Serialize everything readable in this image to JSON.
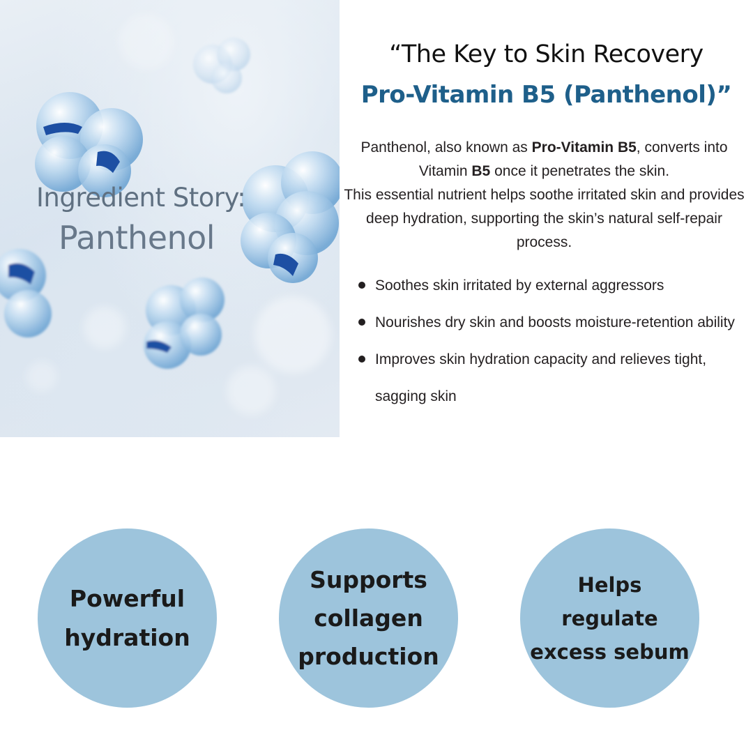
{
  "hero": {
    "title_line1": "Ingredient Story:",
    "title_line2": "Panthenol"
  },
  "headline": {
    "line1": "“The Key to Skin Recovery",
    "line2": "Pro-Vitamin B5 (Panthenol)”"
  },
  "intro": {
    "p1_a": "Panthenol, also known as ",
    "p1_b": "Pro-Vitamin B5",
    "p1_c": ", converts into Vitamin ",
    "p1_d": "B5",
    "p1_e": " once it penetrates the skin.",
    "p2": "This essential nutrient helps soothe irritated skin and provides deep hydration, supporting the skin’s natural self-repair process."
  },
  "benefits": [
    "Soothes skin irritated by external aggressors",
    "Nourishes dry skin and boosts moisture-retention ability",
    "Improves skin hydration capacity and relieves tight, sagging skin"
  ],
  "circles": [
    {
      "lines": [
        "Powerful",
        "hydration"
      ]
    },
    {
      "lines": [
        "Supports",
        "collagen",
        "production"
      ]
    },
    {
      "lines": [
        "Helps",
        "regulate",
        "excess sebum"
      ]
    }
  ],
  "colors": {
    "accent_text": "#1e5f8a",
    "circle_fill": "#9dc4dc",
    "body_text": "#231f20"
  }
}
